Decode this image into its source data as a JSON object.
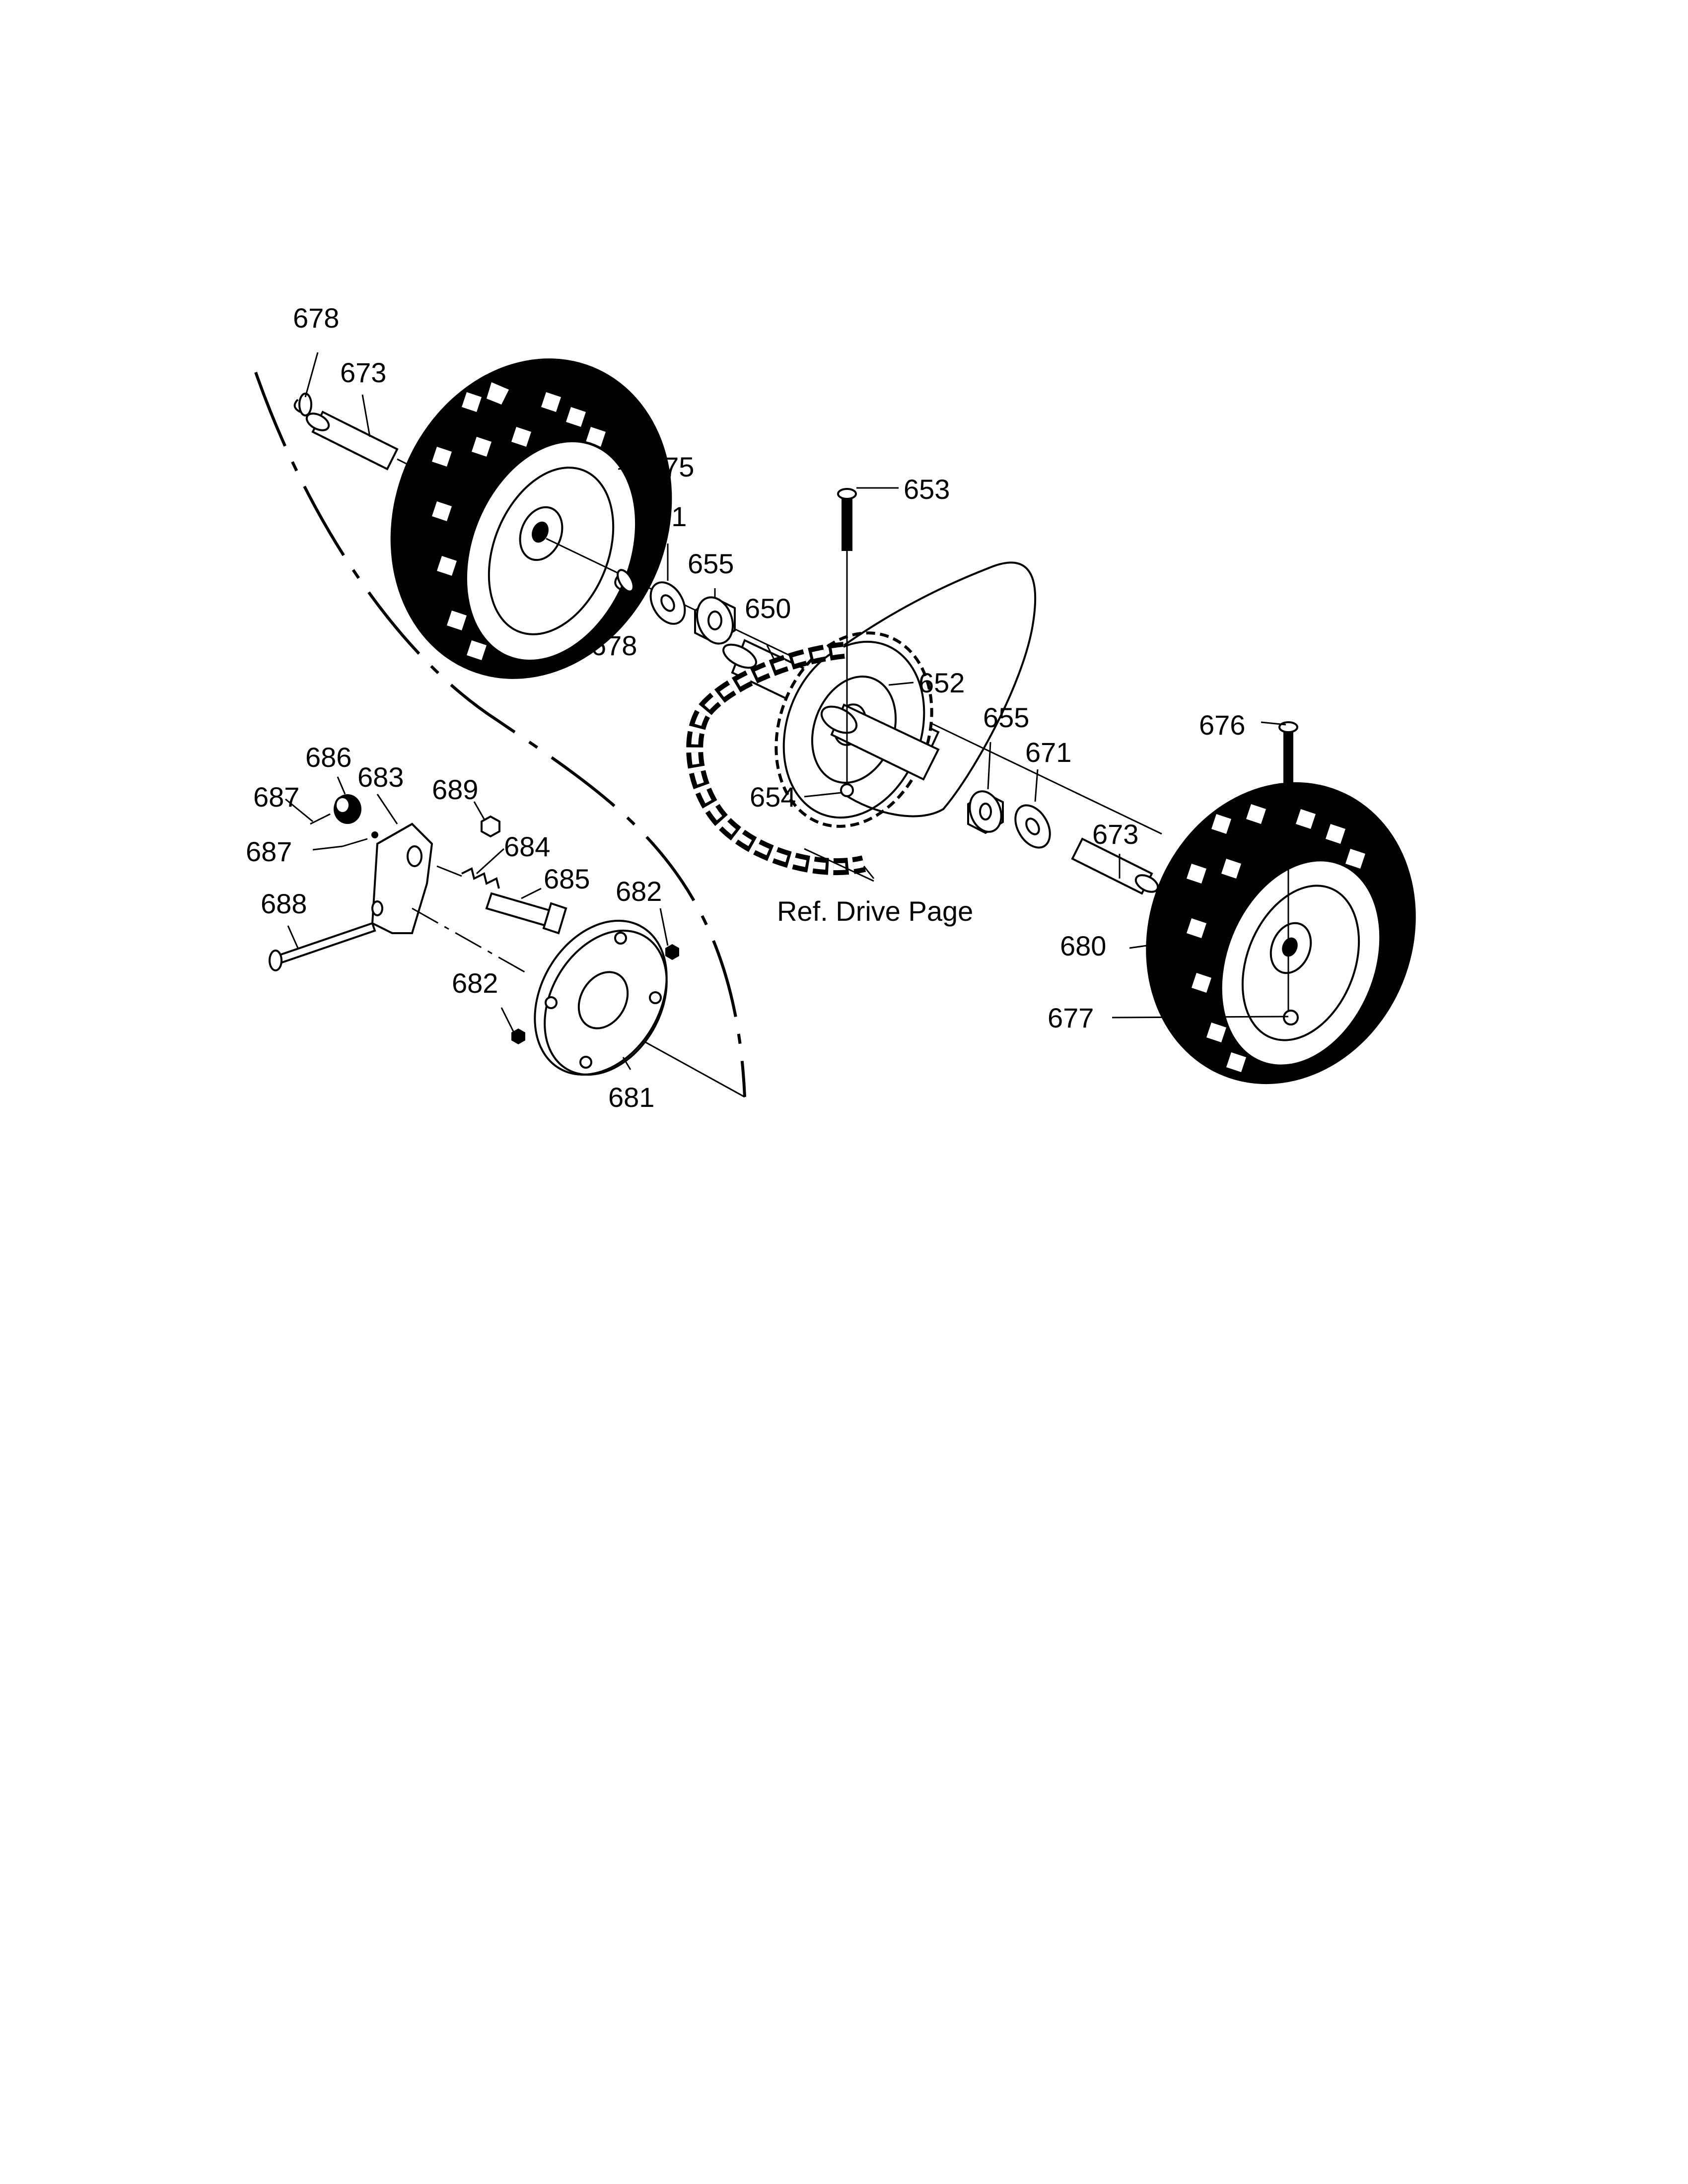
{
  "colors": {
    "ink": "#000000",
    "paper": "#ffffff"
  },
  "callouts": {
    "c678a": "678",
    "c673a": "673",
    "c675": "675",
    "c671a": "671",
    "c655a": "655",
    "c678b": "678",
    "c650": "650",
    "c653": "653",
    "c652": "652",
    "c655b": "655",
    "c671b": "671",
    "c676": "676",
    "c673b": "673",
    "c654": "654",
    "c686": "686",
    "c683": "683",
    "c689": "689",
    "c687a": "687",
    "c687b": "687",
    "c684": "684",
    "c685": "685",
    "c688": "688",
    "c682a": "682",
    "c682b": "682",
    "c681": "681",
    "c680": "680",
    "c677": "677"
  },
  "reference_note": "Ref. Drive Page"
}
